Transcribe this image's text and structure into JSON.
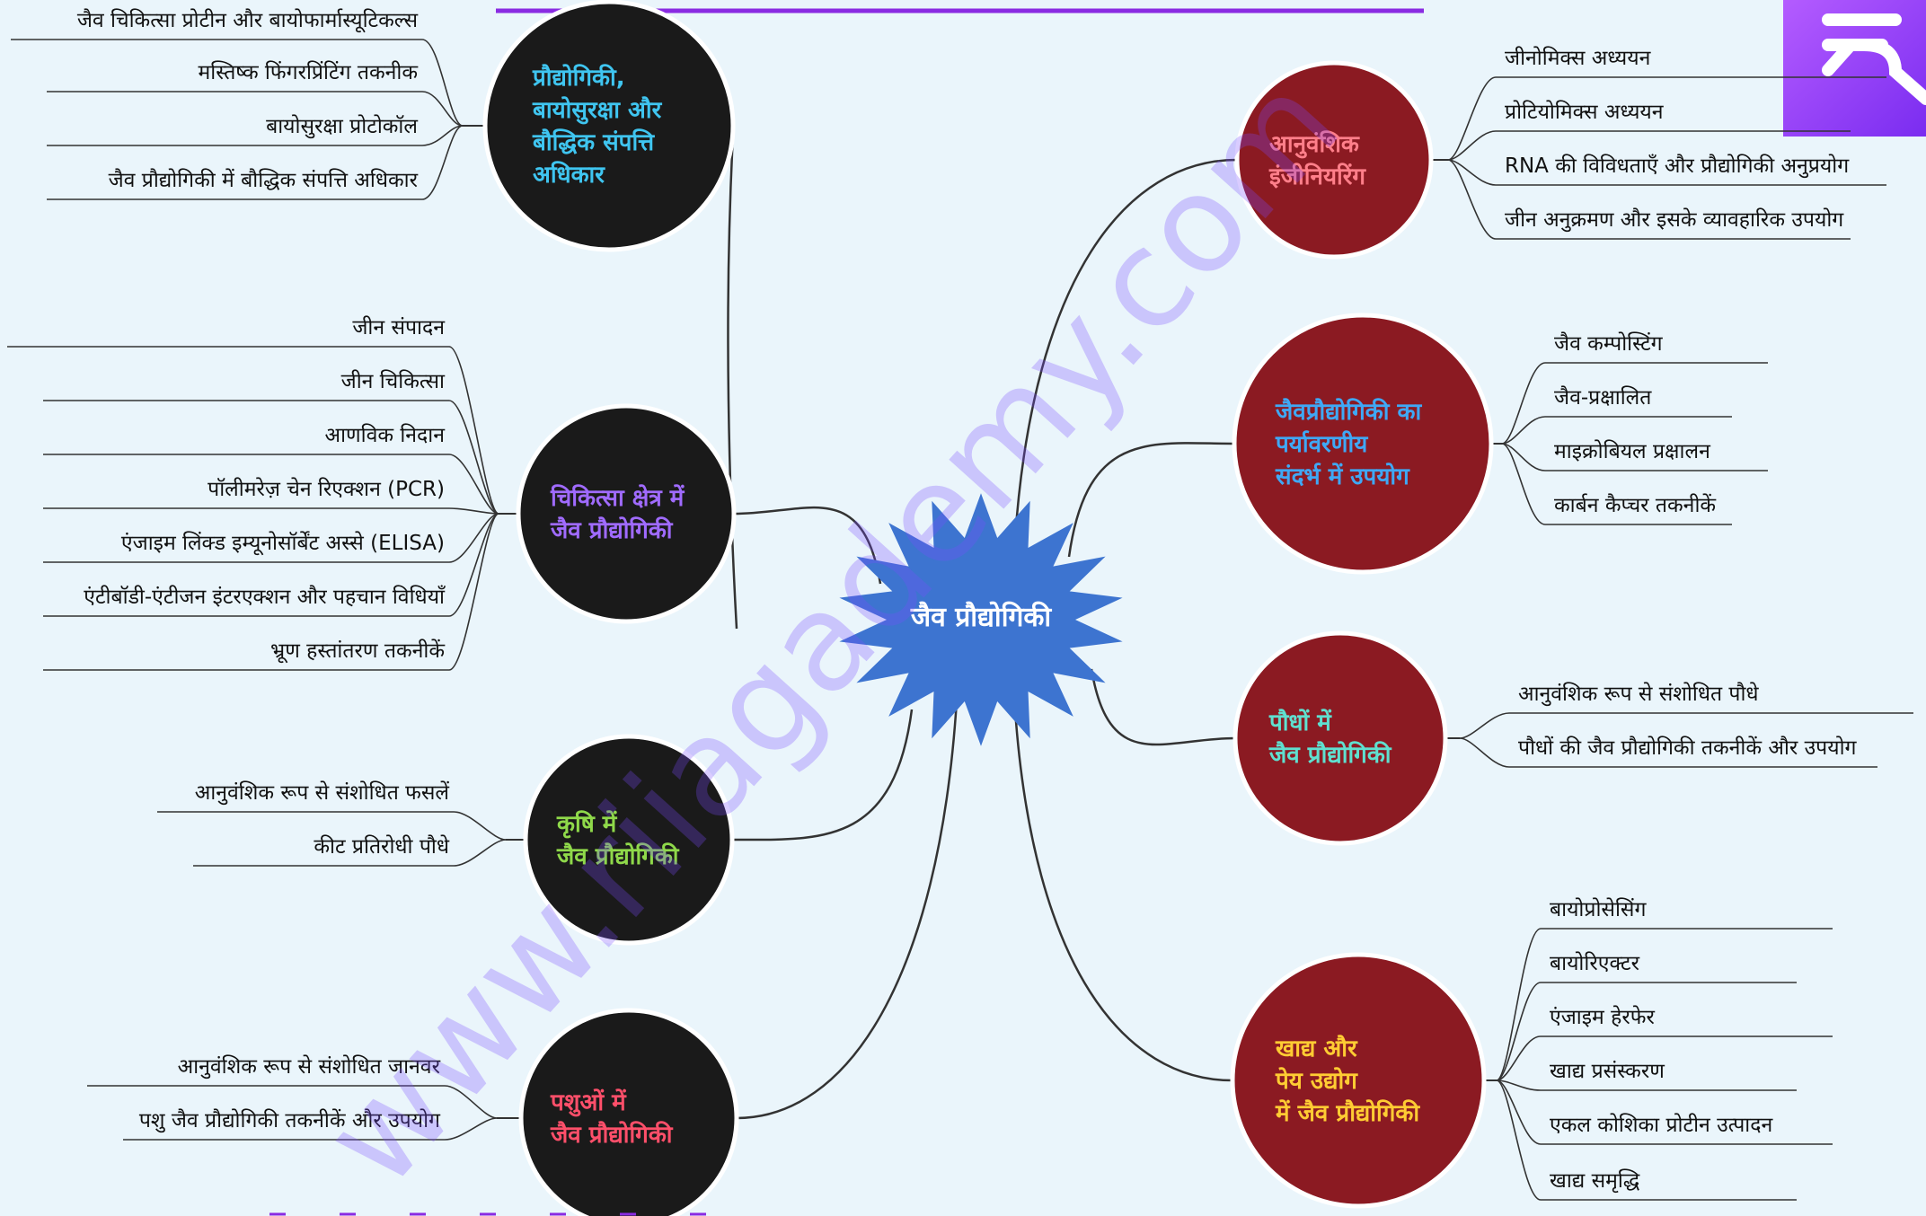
{
  "central": {
    "label": "जैव प्रौद्योगिकी"
  },
  "watermark": "www.riiagademy.com",
  "branches": [
    {
      "id": "ip",
      "label": [
        "प्रौद्योगिकी,",
        "बायोसुरक्षा और",
        "बौद्धिक संपत्ति",
        "अधिकार"
      ],
      "color": "#3fc5f0",
      "leaves": [
        "जैव चिकित्सा प्रोटीन और बायोफार्मास्यूटिकल्स",
        "मस्तिष्क फिंगरप्रिंटिंग तकनीक",
        "बायोसुरक्षा प्रोटोकॉल",
        "जैव प्रौद्योगिकी में बौद्धिक संपत्ति अधिकार"
      ]
    },
    {
      "id": "med",
      "label": [
        "चिकित्सा क्षेत्र में",
        "जैव प्रौद्योगिकी"
      ],
      "color": "#a06bff",
      "leaves": [
        "जीन संपादन",
        "जीन चिकित्सा",
        "आणविक निदान",
        "पॉलीमरेज़ चेन रिएक्शन (PCR)",
        "एंजाइम लिंक्ड इम्यूनोसॉर्बेंट अस्से (ELISA)",
        "एंटीबॉडी-एंटीजन इंटरएक्शन और पहचान विधियाँ",
        "भ्रूण हस्तांतरण तकनीकें"
      ]
    },
    {
      "id": "agri",
      "label": [
        "कृषि में",
        "जैव प्रौद्योगिकी"
      ],
      "color": "#8fd94a",
      "leaves": [
        "आनुवंशिक रूप से संशोधित फसलें",
        "कीट प्रतिरोधी पौधे"
      ]
    },
    {
      "id": "animal",
      "label": [
        "पशुओं में",
        "जैव प्रौद्योगिकी"
      ],
      "color": "#ff4f6a",
      "leaves": [
        "आनुवंशिक रूप से संशोधित जानवर",
        "पशु जैव प्रौद्योगिकी तकनीकें और उपयोग"
      ]
    },
    {
      "id": "genetic",
      "label": [
        "आनुवंशिक",
        "इंजीनियरिंग"
      ],
      "color": "#ff7f8a",
      "leaves": [
        "जीनोमिक्स अध्ययन",
        "प्रोटियोमिक्स अध्ययन",
        "RNA की विविधताएँ और प्रौद्योगिकी अनुप्रयोग",
        "जीन अनुक्रमण और इसके व्यावहारिक उपयोग"
      ]
    },
    {
      "id": "env",
      "label": [
        "जैवप्रौद्योगिकी का",
        "पर्यावरणीय",
        "संदर्भ में उपयोग"
      ],
      "color": "#3fa8f5",
      "leaves": [
        "जैव कम्पोस्टिंग",
        "जैव-प्रक्षालित",
        "माइक्रोबियल प्रक्षालन",
        "कार्बन कैप्चर तकनीकें"
      ]
    },
    {
      "id": "plant",
      "label": [
        "पौधों में",
        "जैव प्रौद्योगिकी"
      ],
      "color": "#5fe0d0",
      "leaves": [
        "आनुवंशिक रूप से संशोधित पौधे",
        "पौधों की जैव प्रौद्योगिकी तकनीकें और उपयोग"
      ]
    },
    {
      "id": "food",
      "label": [
        "खाद्य और",
        "पेय उद्योग",
        "में जैव प्रौद्योगिकी"
      ],
      "color": "#ffcc33",
      "leaves": [
        "बायोप्रोसेसिंग",
        "बायोरिएक्टर",
        "एंजाइम हेरफेर",
        "खाद्य प्रसंस्करण",
        "एकल कोशिका प्रोटीन उत्पादन",
        "खाद्य समृद्धि"
      ]
    }
  ]
}
